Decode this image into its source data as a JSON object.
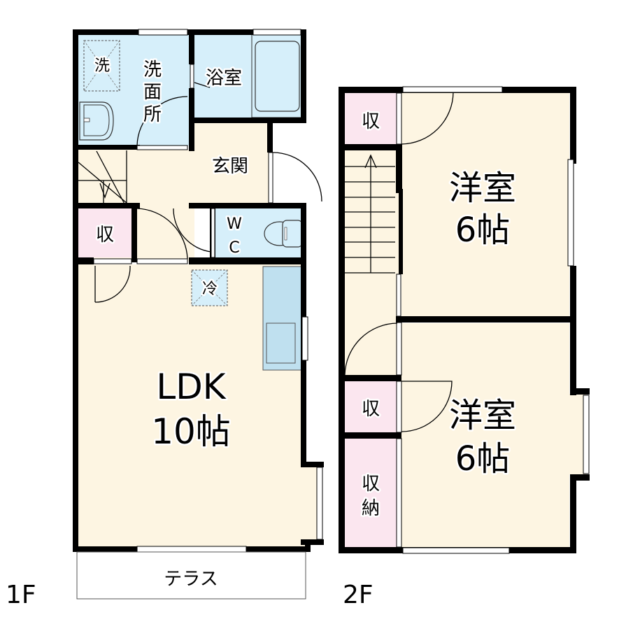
{
  "floors": [
    {
      "label": "1F",
      "rooms": [
        {
          "id": "washroom",
          "label_lines": [
            "洗",
            "面",
            "所"
          ],
          "color": "#d6effa"
        },
        {
          "id": "washer-space",
          "label": "洗"
        },
        {
          "id": "bathroom",
          "label": "浴室",
          "color": "#d6effa"
        },
        {
          "id": "entrance",
          "label": "玄関",
          "color": "#fdf5e2"
        },
        {
          "id": "storage-1f",
          "label": "収",
          "color": "#fbe6ef"
        },
        {
          "id": "toilet",
          "label_lines": [
            "W",
            "C"
          ],
          "color": "#d6effa"
        },
        {
          "id": "fridge-space",
          "label": "冷"
        },
        {
          "id": "ldk",
          "label_lines": [
            "LDK",
            "10帖"
          ],
          "color": "#fdf5e2"
        },
        {
          "id": "terrace",
          "label": "テラス"
        }
      ]
    },
    {
      "label": "2F",
      "rooms": [
        {
          "id": "storage-2f-top",
          "label": "収",
          "color": "#fbe6ef"
        },
        {
          "id": "western-room-1",
          "label_lines": [
            "洋室",
            "6帖"
          ],
          "color": "#fdf5e2"
        },
        {
          "id": "storage-2f-mid",
          "label": "収",
          "color": "#fbe6ef"
        },
        {
          "id": "western-room-2",
          "label_lines": [
            "洋室",
            "6帖"
          ],
          "color": "#fdf5e2"
        },
        {
          "id": "closet-2f",
          "label_lines": [
            "収",
            "納"
          ],
          "color": "#fbe6ef"
        }
      ]
    }
  ],
  "colors": {
    "wet_area": "#d6effa",
    "living_area": "#fdf5e2",
    "storage": "#fbe6ef",
    "wall": "#000000"
  }
}
